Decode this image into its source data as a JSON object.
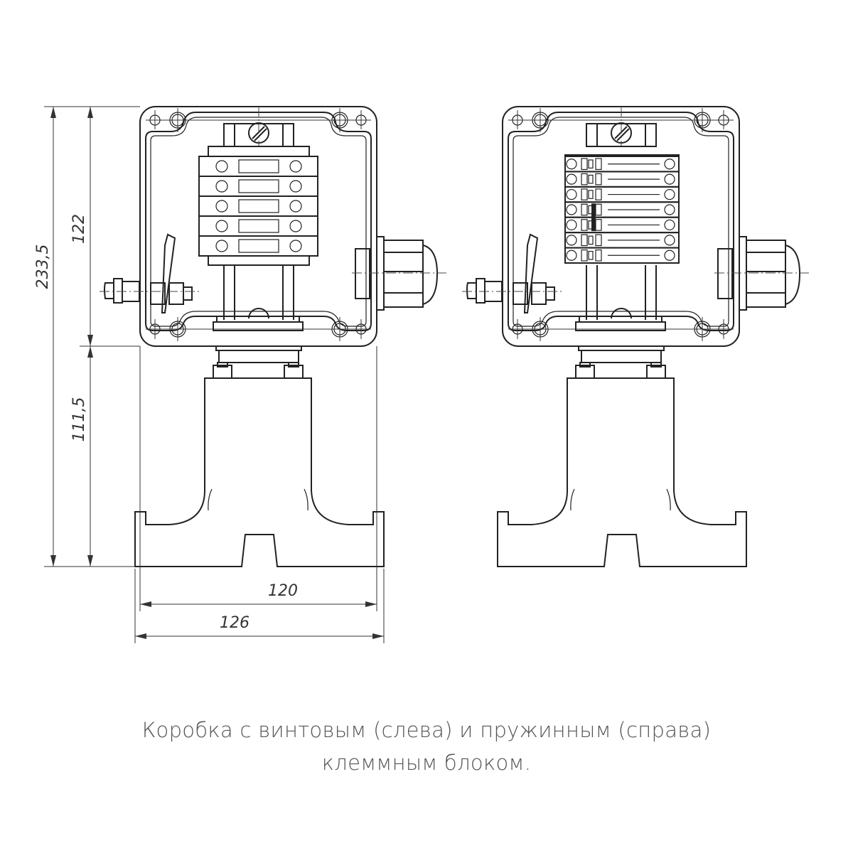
{
  "dimensions": {
    "total_height": "233,5",
    "box_height": "122",
    "stand_height": "111,5",
    "inner_width": "120",
    "total_width": "126"
  },
  "caption": {
    "line1": "Коробка с винтовым (слева) и пружинным (справа)",
    "line2": "клеммным блоком."
  },
  "devices": [
    {
      "terminal_type": "screw",
      "terminal_count": 5
    },
    {
      "terminal_type": "spring",
      "terminal_count": 7
    }
  ]
}
